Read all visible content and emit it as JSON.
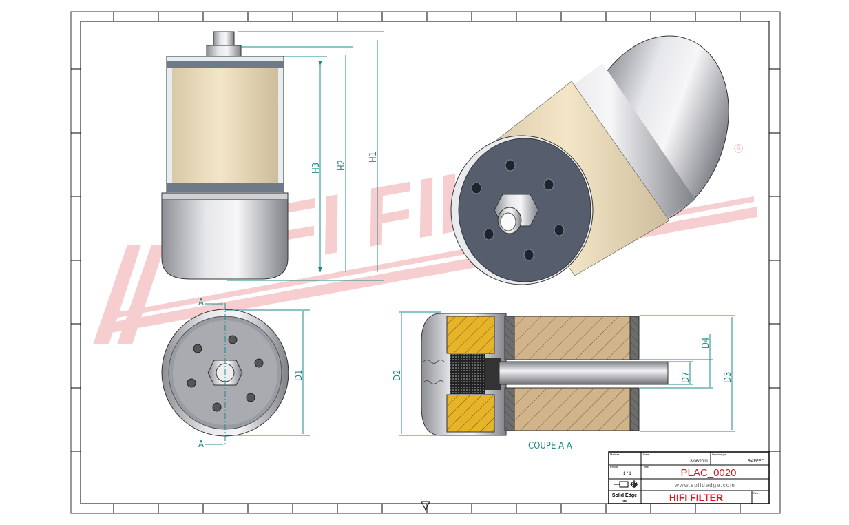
{
  "drawing": {
    "watermark": "HIFI FILTER",
    "registered_mark": "®",
    "dimensions": {
      "h1": "H1",
      "h2": "H2",
      "h3": "H3",
      "d1": "D1",
      "d2": "D2",
      "d3": "D3",
      "d4": "D4",
      "d7": "D7"
    },
    "section_marker": "A",
    "section_label": "COUPE A-A"
  },
  "title_block": {
    "material_label": "Matière",
    "date_label": "Date",
    "date_value": "18/08/2011",
    "drawn_by_label": "Dessiné par",
    "drawn_by_value": "RAFFEO",
    "sheet_label": "Feuille",
    "sheet_value": "1 / 1",
    "title_label": "Titre",
    "title_value": "PLAC_0020",
    "website": "www.solidedge.com",
    "software": "Solid Edge",
    "software_sub": "086",
    "company": "HIFI FILTER",
    "rev_label": "Rév."
  },
  "colors": {
    "dimension": "#1f8a8a",
    "title_red": "#e0141e",
    "watermark": "#f6c9cc",
    "element_beige": "#efe2c2",
    "face_slate": "#565e6d"
  }
}
